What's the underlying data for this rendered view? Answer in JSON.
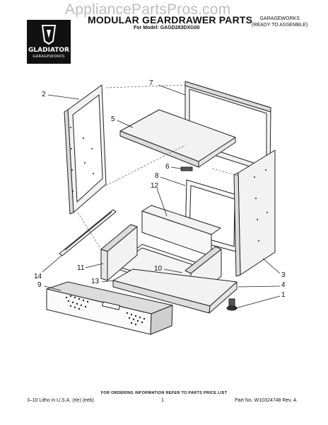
{
  "header": {
    "watermark": "AppliancePartsPros.com",
    "title": "MODULAR GEARDRAWER PARTS",
    "model": "For Model: GAGD283DXG00",
    "brand_line1": "GARAGEWORKS",
    "brand_line2": "(READY TO ASSEMBLE)",
    "logo_brand": "GLADIATOR",
    "logo_sub": "GARAGEWORKS"
  },
  "callouts": [
    "7",
    "2",
    "5",
    "6",
    "8",
    "12",
    "11",
    "10",
    "13",
    "14",
    "9",
    "3",
    "4",
    "1"
  ],
  "footer": {
    "order_note": "FOR ORDERING INFORMATION REFER TO PARTS PRICE LIST",
    "lithograph": "3–10 Litho in U.S.A. (rle) (eeb)",
    "page": "1",
    "part_no": "Part No. W10324748 Rev. A"
  },
  "colors": {
    "line": "#222222",
    "panel": "#f2f2f2",
    "shade": "#dcdcdc",
    "watermark": "#bdbdbd"
  }
}
